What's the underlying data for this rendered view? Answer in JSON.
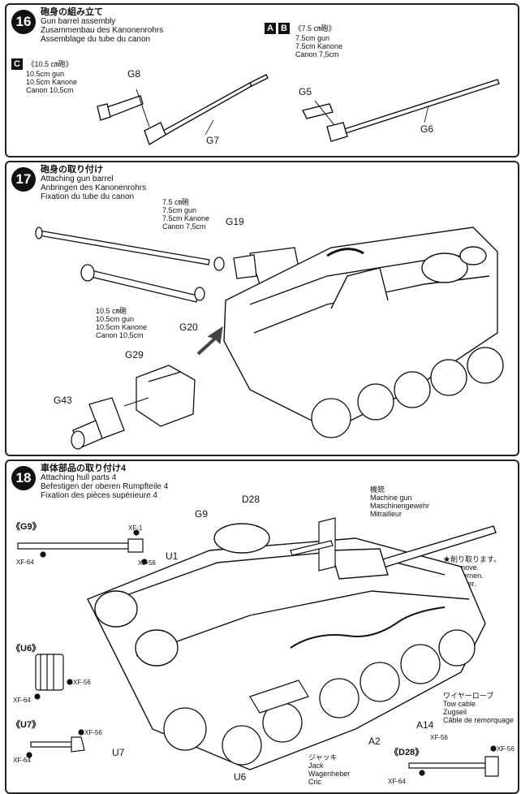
{
  "step16": {
    "number": "16",
    "title_jp": "砲身の組み立て",
    "title_en": "Gun barrel assembly",
    "title_de": "Zusammenbau des Kanonenrohrs",
    "title_fr": "Assemblage du tube du canon",
    "variant_ab_boxes": [
      "A",
      "B"
    ],
    "variant_ab_jp": "《7.5 ㎝砲》",
    "variant_ab_en": "7.5cm gun",
    "variant_ab_de": "7.5cm Kanone",
    "variant_ab_fr": "Canon 7,5cm",
    "variant_c_box": "C",
    "variant_c_jp": "《10.5 ㎝砲》",
    "variant_c_en": "10.5cm gun",
    "variant_c_de": "10.5cm Kanone",
    "variant_c_fr": "Canon 10,5cm",
    "parts": [
      "G8",
      "G7",
      "G5",
      "G6"
    ]
  },
  "step17": {
    "number": "17",
    "title_jp": "砲身の取り付け",
    "title_en": "Attaching gun barrel",
    "title_de": "Anbringen des Kanonenrohrs",
    "title_fr": "Fixation du tube du canon",
    "gun75_jp": "7.5 ㎝砲",
    "gun75_en": "7.5cm gun",
    "gun75_de": "7.5cm Kanone",
    "gun75_fr": "Canon 7,5cm",
    "gun105_jp": "10.5 ㎝砲",
    "gun105_en": "10.5cm gun",
    "gun105_de": "10.5cm Kanone",
    "gun105_fr": "Canon 10,5cm",
    "parts": [
      "G19",
      "G20",
      "G29",
      "G43"
    ]
  },
  "step18": {
    "number": "18",
    "title_jp": "車体部品の取り付け4",
    "title_en": "Attaching hull parts 4",
    "title_de": "Befestigen der oberen Rumpfteile 4",
    "title_fr": "Fixation des pièces supérieure 4",
    "mg_jp": "機銃",
    "mg_en": "Machine gun",
    "mg_de": "Maschinengewehr",
    "mg_fr": "Mitrailleur",
    "remove_jp": "★削り取ります。",
    "remove_en": "★Remove.",
    "remove_de": "★Entfernen.",
    "remove_fr": "★Enlever.",
    "tow_jp": "ワイヤーロープ",
    "tow_en": "Tow cable",
    "tow_de": "Zugseil",
    "tow_fr": "Câble de remorquage",
    "jack_jp": "ジャッキ",
    "jack_en": "Jack",
    "jack_de": "Wagenheber",
    "jack_fr": "Cric",
    "sub_g9": "《G9》",
    "sub_u6": "《U6》",
    "sub_u7": "《U7》",
    "sub_d28": "《D28》",
    "parts": [
      "D28",
      "G9",
      "U1",
      "U6",
      "U7",
      "A14",
      "A2"
    ],
    "paints": {
      "xf1": "XF-1",
      "xf56": "XF-56",
      "xf64": "XF-64"
    }
  }
}
